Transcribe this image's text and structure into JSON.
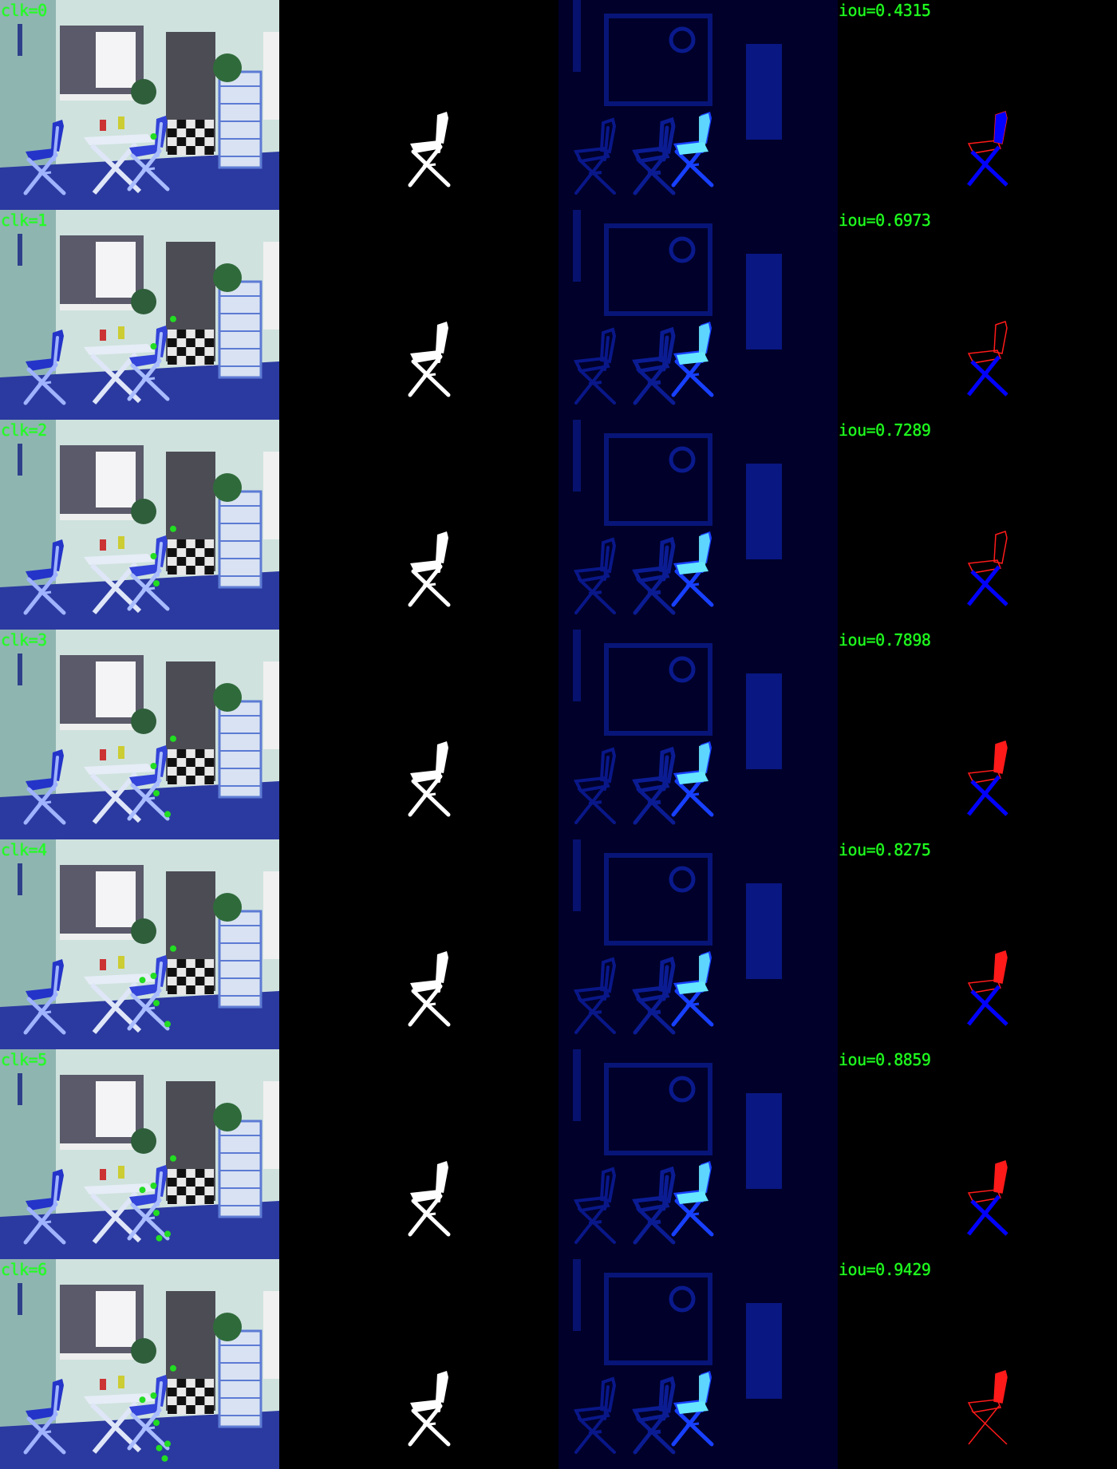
{
  "title": "",
  "rows": [
    {
      "clk": "clk=0",
      "iou": "iou=0.4315",
      "clicks": [
        [
          0.55,
          0.65
        ]
      ]
    },
    {
      "clk": "clk=1",
      "iou": "iou=0.6973",
      "clicks": [
        [
          0.55,
          0.65
        ],
        [
          0.62,
          0.52
        ]
      ]
    },
    {
      "clk": "clk=2",
      "iou": "iou=0.7289",
      "clicks": [
        [
          0.55,
          0.65
        ],
        [
          0.62,
          0.52
        ],
        [
          0.56,
          0.78
        ]
      ]
    },
    {
      "clk": "clk=3",
      "iou": "iou=0.7898",
      "clicks": [
        [
          0.55,
          0.65
        ],
        [
          0.62,
          0.52
        ],
        [
          0.56,
          0.78
        ],
        [
          0.6,
          0.88
        ]
      ]
    },
    {
      "clk": "clk=4",
      "iou": "iou=0.8275",
      "clicks": [
        [
          0.55,
          0.65
        ],
        [
          0.62,
          0.52
        ],
        [
          0.56,
          0.78
        ],
        [
          0.6,
          0.88
        ],
        [
          0.51,
          0.67
        ]
      ]
    },
    {
      "clk": "clk=5",
      "iou": "iou=0.8859",
      "clicks": [
        [
          0.55,
          0.65
        ],
        [
          0.62,
          0.52
        ],
        [
          0.56,
          0.78
        ],
        [
          0.6,
          0.88
        ],
        [
          0.51,
          0.67
        ],
        [
          0.57,
          0.9
        ]
      ]
    },
    {
      "clk": "clk=6",
      "iou": "iou=0.9429",
      "clicks": [
        [
          0.55,
          0.65
        ],
        [
          0.62,
          0.52
        ],
        [
          0.56,
          0.78
        ],
        [
          0.6,
          0.88
        ],
        [
          0.51,
          0.67
        ],
        [
          0.57,
          0.9
        ],
        [
          0.59,
          0.95
        ]
      ]
    }
  ],
  "colors": {
    "label": "#22ff22",
    "click_point": "#22dd22",
    "gt_mask": "#ffffff",
    "prediction": "#66e6ff",
    "false_positive": "#0000ff",
    "false_negative": "#ff1a1a"
  }
}
